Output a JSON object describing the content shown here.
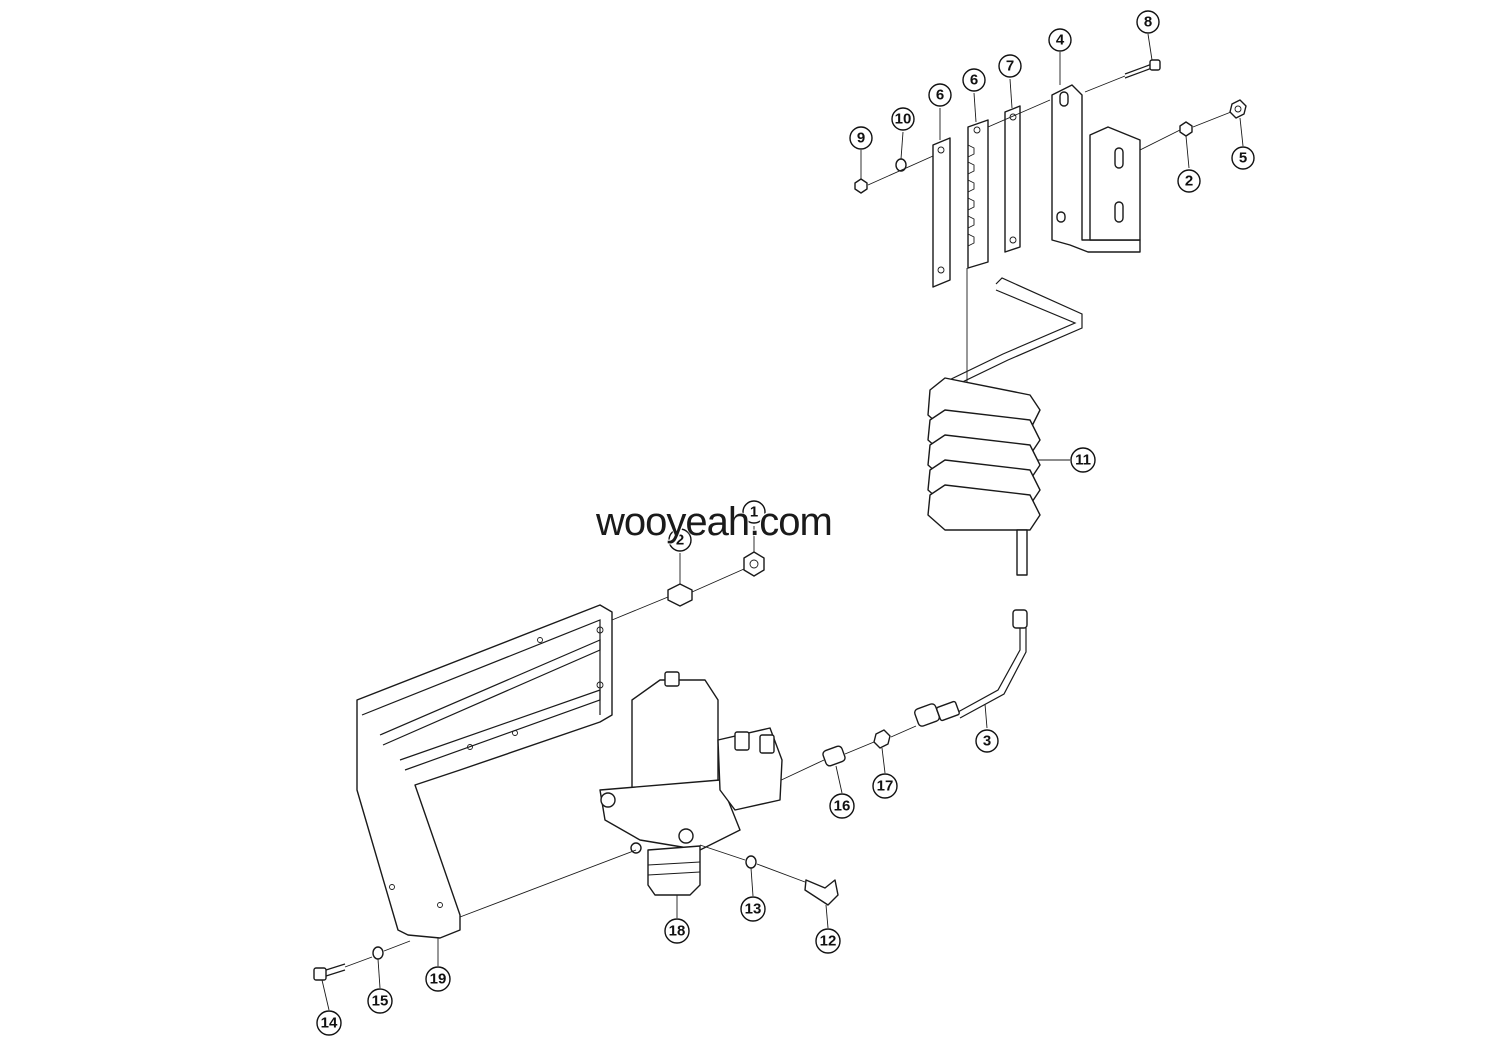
{
  "watermark": "wooyeah.com",
  "callouts": [
    {
      "label": "1"
    },
    {
      "label": "2"
    },
    {
      "label": "3"
    },
    {
      "label": "4"
    },
    {
      "label": "5"
    },
    {
      "label": "6"
    },
    {
      "label": "6"
    },
    {
      "label": "7"
    },
    {
      "label": "8"
    },
    {
      "label": "9"
    },
    {
      "label": "10"
    },
    {
      "label": "11"
    },
    {
      "label": "12"
    },
    {
      "label": "13"
    },
    {
      "label": "14"
    },
    {
      "label": "15"
    },
    {
      "label": "16"
    },
    {
      "label": "17"
    },
    {
      "label": "18"
    },
    {
      "label": "19"
    },
    {
      "label": "2"
    }
  ]
}
